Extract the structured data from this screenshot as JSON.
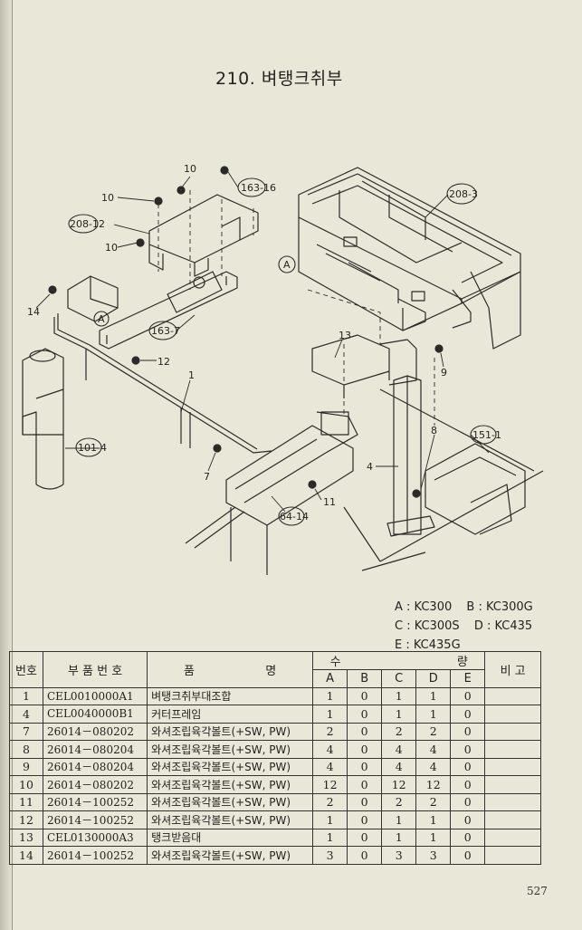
{
  "page": {
    "title": "210. 벼탱크취부",
    "page_number": "527"
  },
  "diagram": {
    "callouts": {
      "c10a": "10",
      "c10b": "10",
      "c10c": "10",
      "c163_16": "163-16",
      "c208_12": "208-12",
      "c208_3": "208-3",
      "c14": "14",
      "c12": "12",
      "c1": "1",
      "c13": "13",
      "c9": "9",
      "c8": "8",
      "c151_1": "151-1",
      "c4": "4",
      "c7": "7",
      "c11": "11",
      "c64_14": "64-14",
      "c101_4": "101-4",
      "c163_7": "163-7",
      "cA1": "A",
      "cA2": "A"
    }
  },
  "legend": {
    "a": "A : KC300",
    "b": "B : KC300G",
    "c": "C : KC300S",
    "d": "D : KC435",
    "e": "E : KC435G"
  },
  "table": {
    "headers": {
      "no": "번호",
      "part_no": "부 품 번 호",
      "name_left": "품",
      "name_right": "명",
      "qty_left": "수",
      "qty_right": "량",
      "A": "A",
      "B": "B",
      "C": "C",
      "D": "D",
      "E": "E",
      "remark": "비 고"
    },
    "rows": [
      {
        "no": "1",
        "part_no": "CEL0010000A1",
        "name": "벼탱크취부대조합",
        "A": "1",
        "B": "0",
        "C": "1",
        "D": "1",
        "E": "0"
      },
      {
        "no": "4",
        "part_no": "CEL0040000B1",
        "name": "커터프레임",
        "A": "1",
        "B": "0",
        "C": "1",
        "D": "1",
        "E": "0"
      },
      {
        "no": "7",
        "part_no": "26014－080202",
        "name": "와셔조립육각볼트(+SW, PW)",
        "A": "2",
        "B": "0",
        "C": "2",
        "D": "2",
        "E": "0"
      },
      {
        "no": "8",
        "part_no": "26014－080204",
        "name": "와셔조립육각볼트(+SW, PW)",
        "A": "4",
        "B": "0",
        "C": "4",
        "D": "4",
        "E": "0"
      },
      {
        "no": "9",
        "part_no": "26014－080204",
        "name": "와셔조립육각볼트(+SW, PW)",
        "A": "4",
        "B": "0",
        "C": "4",
        "D": "4",
        "E": "0"
      },
      {
        "no": "10",
        "part_no": "26014－080202",
        "name": "와셔조립육각볼트(+SW, PW)",
        "A": "12",
        "B": "0",
        "C": "12",
        "D": "12",
        "E": "0"
      },
      {
        "no": "11",
        "part_no": "26014－100252",
        "name": "와셔조립육각볼트(+SW, PW)",
        "A": "2",
        "B": "0",
        "C": "2",
        "D": "2",
        "E": "0"
      },
      {
        "no": "12",
        "part_no": "26014－100252",
        "name": "와셔조립육각볼트(+SW, PW)",
        "A": "1",
        "B": "0",
        "C": "1",
        "D": "1",
        "E": "0"
      },
      {
        "no": "13",
        "part_no": "CEL0130000A3",
        "name": "탱크받음대",
        "A": "1",
        "B": "0",
        "C": "1",
        "D": "1",
        "E": "0"
      },
      {
        "no": "14",
        "part_no": "26014－100252",
        "name": "와셔조립육각볼트(+SW, PW)",
        "A": "3",
        "B": "0",
        "C": "3",
        "D": "3",
        "E": "0"
      }
    ]
  }
}
